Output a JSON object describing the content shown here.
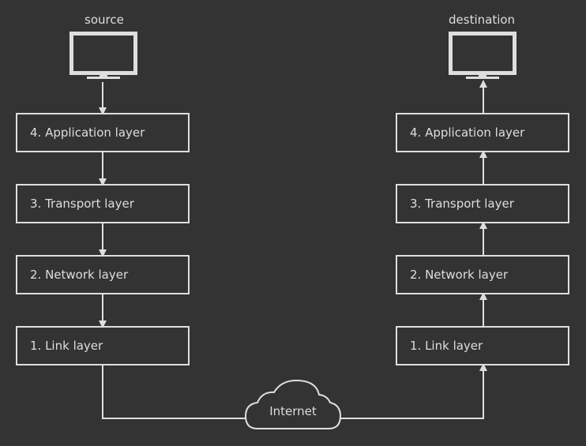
{
  "source": {
    "title": "source",
    "layers": [
      "4. Application layer",
      "3. Transport layer",
      "2. Network layer",
      "1. Link layer"
    ]
  },
  "destination": {
    "title": "destination",
    "layers": [
      "4. Application layer",
      "3. Transport layer",
      "2. Network layer",
      "1. Link layer"
    ]
  },
  "network": {
    "label": "Internet"
  },
  "colors": {
    "background": "#333333",
    "foreground": "#dedede"
  },
  "icons": {
    "source_device": "monitor-icon",
    "destination_device": "monitor-icon",
    "network": "cloud-icon"
  }
}
